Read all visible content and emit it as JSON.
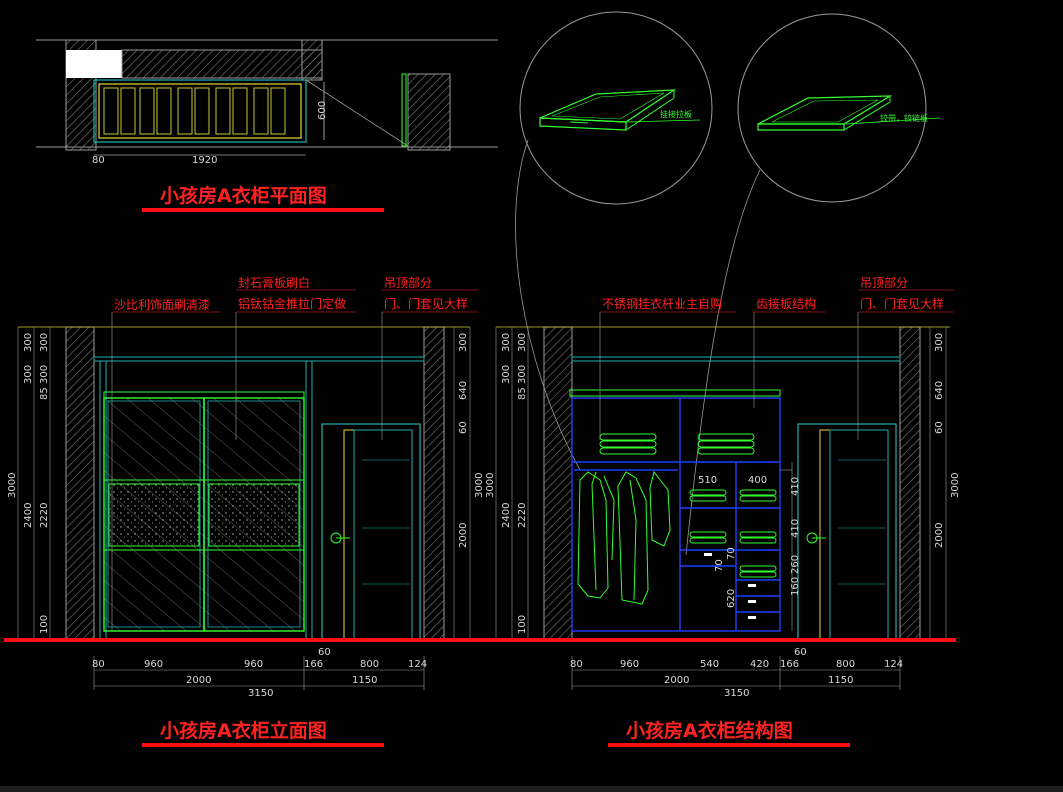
{
  "titles": {
    "plan": "小孩房A衣柜平面图",
    "elevation": "小孩房A衣柜立面图",
    "structure": "小孩房A衣柜结构图"
  },
  "plan_dims": {
    "d1": "80",
    "d2": "1920",
    "d3": "600"
  },
  "detail_labels": {
    "left": "挂接拉板",
    "right": "铰带，铰链板"
  },
  "elev_notes": {
    "n1": "封石膏板刷白",
    "n2": "沙比利饰面刷清漆",
    "n3": "铝钛钴金推拉门定做",
    "n4": "吊顶部分",
    "n5": "门、门套见大样"
  },
  "struct_notes": {
    "n1": "不锈钢挂衣杆业主自购",
    "n2": "齿接板结构",
    "n3": "吊顶部分",
    "n4": "门、门套见大样"
  },
  "elev_left_dims": {
    "a": "300",
    "b": "300",
    "c": "300",
    "d": "300",
    "e": "85",
    "f": "3000",
    "g": "2400",
    "h": "2220",
    "i": "100"
  },
  "elev_right_dims": {
    "a": "300",
    "b": "640",
    "c": "60",
    "d": "3000",
    "e": "2000"
  },
  "elev_bottom_dims": {
    "a": "80",
    "b": "960",
    "c": "960",
    "d": "166",
    "e": "800",
    "f": "124",
    "g": "60",
    "h": "2000",
    "i": "1150",
    "j": "3150"
  },
  "struct_left_dims": {
    "a": "300",
    "b": "300",
    "c": "300",
    "d": "300",
    "e": "85",
    "f": "3000",
    "g": "2400",
    "h": "2220",
    "i": "100"
  },
  "struct_inner_dims": {
    "a": "510",
    "b": "400",
    "c": "410",
    "d": "410",
    "e": "70",
    "f": "70",
    "g": "260",
    "h": "160",
    "i": "620"
  },
  "struct_right_dims": {
    "a": "300",
    "b": "640",
    "c": "60",
    "d": "3000",
    "e": "2000"
  },
  "struct_bottom_dims": {
    "a": "80",
    "b": "960",
    "c": "540",
    "d": "420",
    "e": "166",
    "f": "800",
    "g": "124",
    "h": "60",
    "i": "2000",
    "j": "1150",
    "k": "3150"
  },
  "colors": {
    "background": "#000000",
    "title": "#ff2222",
    "wall": "#808080",
    "cabinet": "#30ff30",
    "frame": "#20b0b0",
    "structure": "#2040ff",
    "floor": "#ff1010"
  }
}
